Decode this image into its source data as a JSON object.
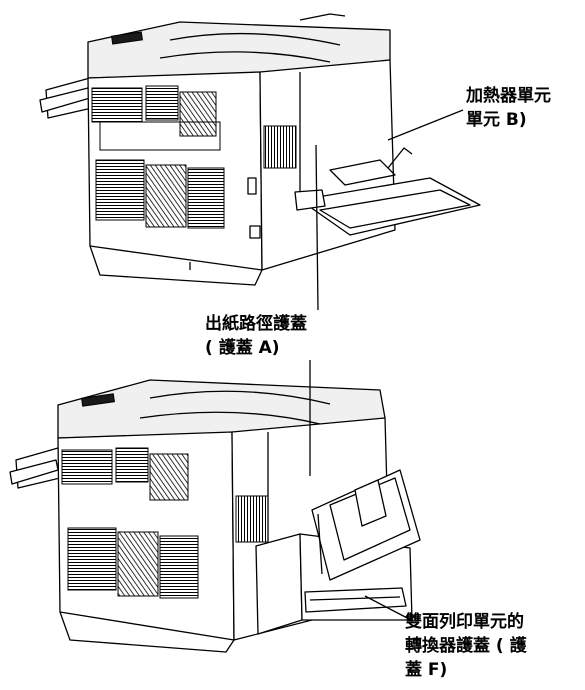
{
  "callouts": {
    "fuser_line1": "加熱器單元",
    "fuser_line2": "單元 B)",
    "cover_a_line1": "出紙路徑護蓋",
    "cover_a_line2": "( 護蓋 A)",
    "cover_f_line1": "雙面列印單元的",
    "cover_f_line2": "轉換器護蓋 ( 護",
    "cover_f_line3": "蓋 F)"
  }
}
